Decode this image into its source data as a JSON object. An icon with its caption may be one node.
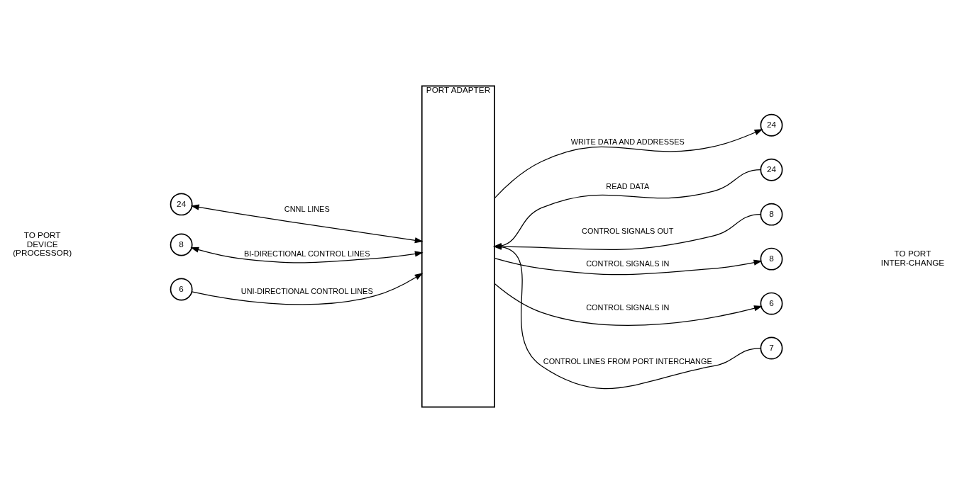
{
  "diagram": {
    "nodes": [
      {
        "text": [
          "PORT ADAPTER"
        ]
      },
      {
        "text": [
          "24"
        ]
      },
      {
        "text": [
          "8"
        ]
      },
      {
        "text": [
          "6"
        ]
      },
      {
        "text": [
          "24"
        ]
      },
      {
        "text": [
          "24"
        ]
      },
      {
        "text": [
          "8"
        ]
      },
      {
        "text": [
          "8"
        ]
      },
      {
        "text": [
          "6"
        ]
      },
      {
        "text": [
          "7"
        ]
      }
    ],
    "edges": [
      {
        "from": 1,
        "to": 0,
        "arrow": "both",
        "label": "CNNL LINES"
      },
      {
        "from": 2,
        "to": 0,
        "arrow": "both",
        "label": "BI-DIRECTIONAL CONTROL LINES"
      },
      {
        "from": 3,
        "to": 0,
        "arrow": "to",
        "label": "UNI-DIRECTIONAL CONTROL LINES"
      },
      {
        "from": 0,
        "to": 4,
        "arrow": "to",
        "label": "WRITE DATA AND ADDRESSES"
      },
      {
        "from": 5,
        "to": 0,
        "arrow": "to",
        "label": "READ DATA"
      },
      {
        "from": 6,
        "to": 0,
        "arrow": "to",
        "label": "CONTROL SIGNALS OUT"
      },
      {
        "from": 0,
        "to": 7,
        "arrow": "to",
        "label": "CONTROL SIGNALS IN"
      },
      {
        "from": 0,
        "to": 8,
        "arrow": "to",
        "label": "CONTROL SIGNALS IN"
      },
      {
        "from": 9,
        "to": 0,
        "arrow": "to",
        "label": "CONTROL LINES FROM PORT INTERCHANGE"
      }
    ],
    "labels": [
      "TO PORT DEVICE (PROCESSOR)",
      "TO PORT INTER-CHANGE"
    ]
  }
}
